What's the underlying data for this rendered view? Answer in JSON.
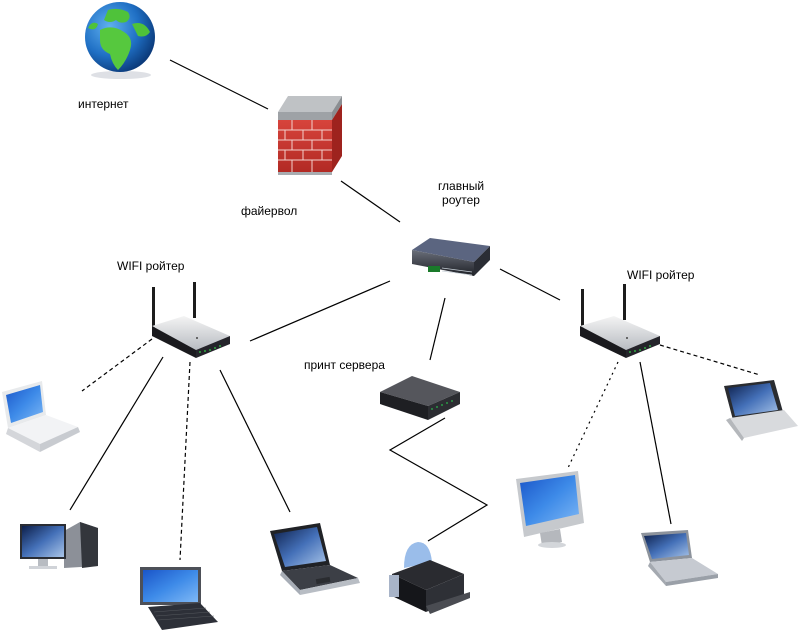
{
  "diagram": {
    "title": "",
    "nodes": [
      {
        "id": "internet",
        "label": "интернет",
        "icon": "globe-icon"
      },
      {
        "id": "firewall",
        "label": "файервол",
        "icon": "brick-wall-icon"
      },
      {
        "id": "main-router",
        "label_lines": [
          "главный",
          "роутер"
        ],
        "icon": "network-switch-icon"
      },
      {
        "id": "wifi-left",
        "label": "WIFI ройтер",
        "icon": "wifi-router-icon"
      },
      {
        "id": "wifi-right",
        "label": "WIFI ройтер",
        "icon": "wifi-router-icon"
      },
      {
        "id": "print-server",
        "label": "принт сервера",
        "icon": "print-server-icon"
      },
      {
        "id": "printer",
        "label": "",
        "icon": "printer-icon"
      },
      {
        "id": "white-laptop",
        "label": "",
        "icon": "white-laptop-icon"
      },
      {
        "id": "desktop-pc",
        "label": "",
        "icon": "desktop-computer-icon"
      },
      {
        "id": "tablet-pc",
        "label": "",
        "icon": "convertible-laptop-icon"
      },
      {
        "id": "laptop-left",
        "label": "",
        "icon": "laptop-icon"
      },
      {
        "id": "imac",
        "label": "",
        "icon": "all-in-one-computer-icon"
      },
      {
        "id": "netbook",
        "label": "",
        "icon": "netbook-icon"
      },
      {
        "id": "smartphone",
        "label": "",
        "icon": "slider-phone-icon"
      }
    ],
    "edges": [
      {
        "from": "internet",
        "to": "firewall",
        "style": "solid"
      },
      {
        "from": "firewall",
        "to": "main-router",
        "style": "solid"
      },
      {
        "from": "main-router",
        "to": "wifi-left",
        "style": "solid"
      },
      {
        "from": "main-router",
        "to": "wifi-right",
        "style": "solid"
      },
      {
        "from": "main-router",
        "to": "print-server",
        "style": "solid"
      },
      {
        "from": "print-server",
        "to": "printer",
        "style": "zigzag"
      },
      {
        "from": "wifi-left",
        "to": "white-laptop",
        "style": "dashed"
      },
      {
        "from": "wifi-left",
        "to": "desktop-pc",
        "style": "solid"
      },
      {
        "from": "wifi-left",
        "to": "tablet-pc",
        "style": "dashed"
      },
      {
        "from": "wifi-left",
        "to": "laptop-left",
        "style": "solid"
      },
      {
        "from": "wifi-right",
        "to": "imac",
        "style": "dotted"
      },
      {
        "from": "wifi-right",
        "to": "netbook",
        "style": "solid"
      },
      {
        "from": "wifi-right",
        "to": "smartphone",
        "style": "dashed"
      }
    ]
  }
}
